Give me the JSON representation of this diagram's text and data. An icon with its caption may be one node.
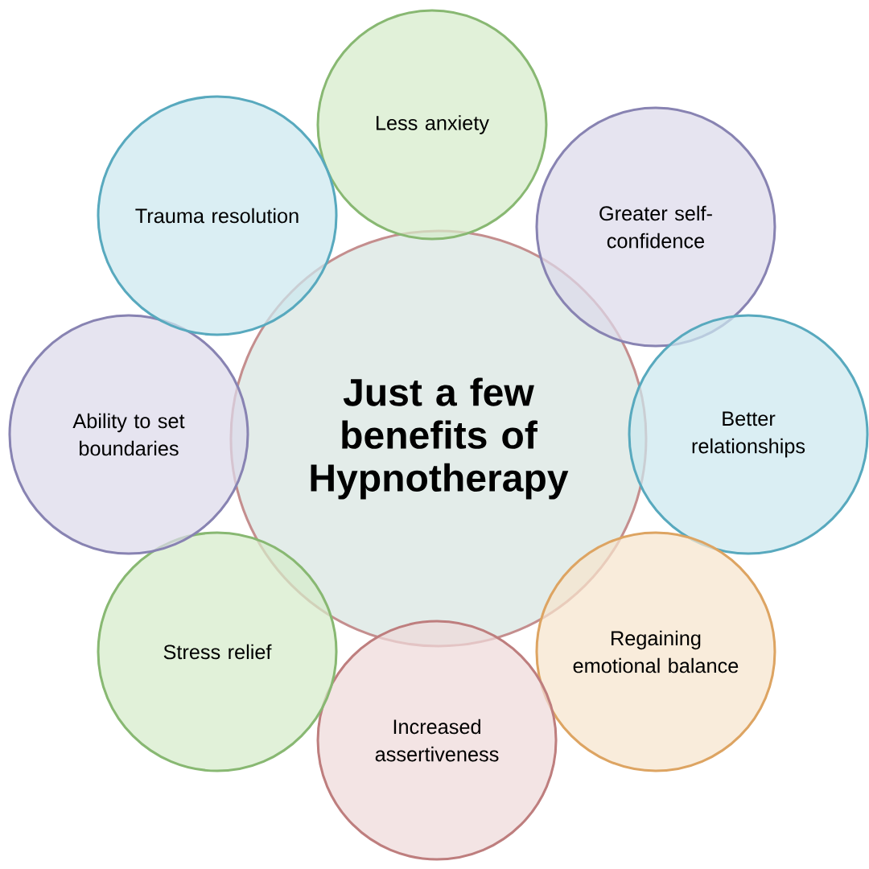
{
  "diagram": {
    "nodes": [
      {
        "text": [
          "Just a few benefits of Hypnotherapy"
        ]
      },
      {
        "text": [
          "Less anxiety"
        ]
      },
      {
        "text": [
          "Greater self-confidence"
        ]
      },
      {
        "text": [
          "Better relationships"
        ]
      },
      {
        "text": [
          "Regaining emotional balance"
        ]
      },
      {
        "text": [
          "Increased assertiveness"
        ]
      },
      {
        "text": [
          "Stress relief"
        ]
      },
      {
        "text": [
          "Ability to set boundaries"
        ]
      },
      {
        "text": [
          "Trauma resolution"
        ]
      }
    ]
  }
}
